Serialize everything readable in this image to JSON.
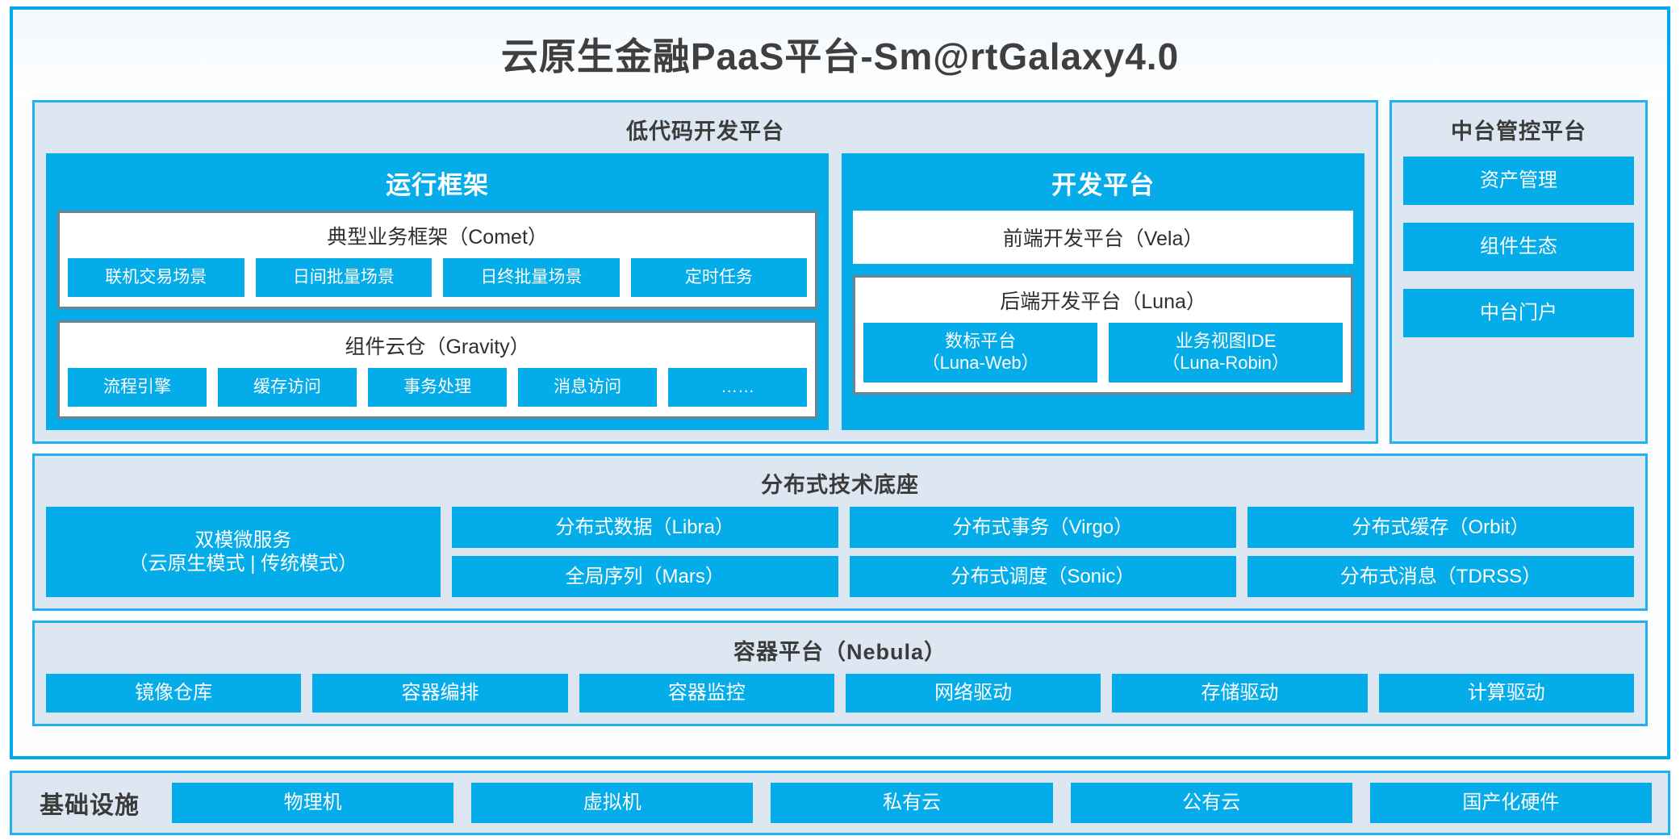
{
  "title": "云原生金融PaaS平台-Sm@rtGalaxy4.0",
  "colors": {
    "accent_blue": "#04ace9",
    "panel_border": "#22b0f0",
    "panel_bg": "#dde7f2",
    "frame_border": "#00a9ec",
    "box_border": "#76808c",
    "text_dark": "#3b3b3b"
  },
  "lowcode": {
    "title": "低代码开发平台",
    "runtime": {
      "title": "运行框架",
      "comet": {
        "title": "典型业务框架（Comet）",
        "items": [
          "联机交易场景",
          "日间批量场景",
          "日终批量场景",
          "定时任务"
        ]
      },
      "gravity": {
        "title": "组件云仓（Gravity）",
        "items": [
          "流程引擎",
          "缓存访问",
          "事务处理",
          "消息访问",
          "……"
        ]
      }
    },
    "devplatform": {
      "title": "开发平台",
      "frontend": "前端开发平台（Vela）",
      "backend": {
        "title": "后端开发平台（Luna）",
        "items": [
          {
            "name": "数标平台",
            "code": "（Luna-Web）"
          },
          {
            "name": "业务视图IDE",
            "code": "（Luna-Robin）"
          }
        ]
      }
    }
  },
  "midplatform": {
    "title": "中台管控平台",
    "items": [
      "资产管理",
      "组件生态",
      "中台门户"
    ]
  },
  "distributed": {
    "title": "分布式技术底座",
    "big": {
      "line1": "双模微服务",
      "line2": "（云原生模式 | 传统模式）"
    },
    "columns": [
      [
        "分布式数据（Libra）",
        "全局序列（Mars）"
      ],
      [
        "分布式事务（Virgo）",
        "分布式调度（Sonic）"
      ],
      [
        "分布式缓存（Orbit）",
        "分布式消息（TDRSS）"
      ]
    ]
  },
  "container": {
    "title": "容器平台（Nebula）",
    "items": [
      "镜像仓库",
      "容器编排",
      "容器监控",
      "网络驱动",
      "存储驱动",
      "计算驱动"
    ]
  },
  "infrastructure": {
    "label": "基础设施",
    "items": [
      "物理机",
      "虚拟机",
      "私有云",
      "公有云",
      "国产化硬件"
    ]
  }
}
